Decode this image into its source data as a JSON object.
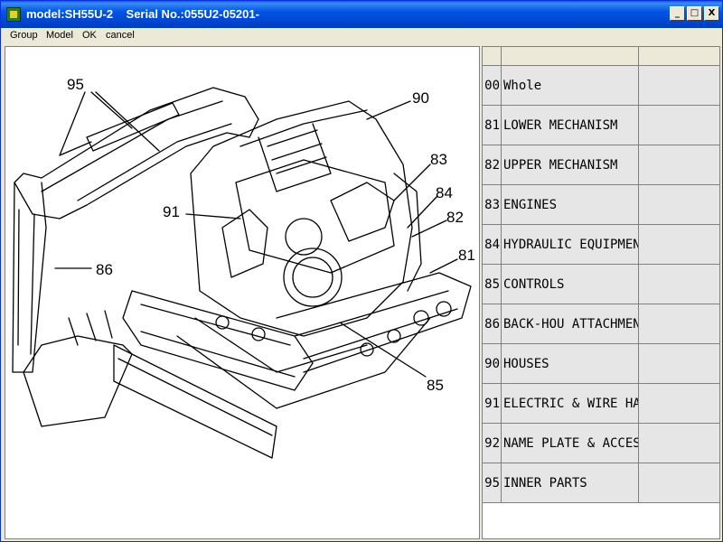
{
  "window": {
    "title": "model:SH55U-2    Serial No.:055U2-05201-",
    "minimize_glyph": "_",
    "maximize_glyph": "□",
    "close_glyph": "X"
  },
  "menu": {
    "items": [
      "Group",
      "Model",
      "OK",
      "cancel"
    ]
  },
  "drawing": {
    "callouts": [
      "95",
      "90",
      "83",
      "84",
      "91",
      "82",
      "81",
      "86",
      "85"
    ]
  },
  "parts_list": {
    "rows": [
      {
        "code": "00",
        "name": "Whole"
      },
      {
        "code": "81",
        "name": "LOWER MECHANISM"
      },
      {
        "code": "82",
        "name": "UPPER MECHANISM"
      },
      {
        "code": "83",
        "name": "ENGINES"
      },
      {
        "code": "84",
        "name": "HYDRAULIC EQUIPMENT"
      },
      {
        "code": "85",
        "name": "CONTROLS"
      },
      {
        "code": "86",
        "name": "BACK-HOU ATTACHMENT"
      },
      {
        "code": "90",
        "name": "HOUSES"
      },
      {
        "code": "91",
        "name": "ELECTRIC & WIRE HARNESS"
      },
      {
        "code": "92",
        "name": "NAME PLATE & ACCESSORIES"
      },
      {
        "code": "95",
        "name": "INNER PARTS"
      }
    ]
  },
  "icons": {
    "app_icon": "excavator-app-icon"
  }
}
